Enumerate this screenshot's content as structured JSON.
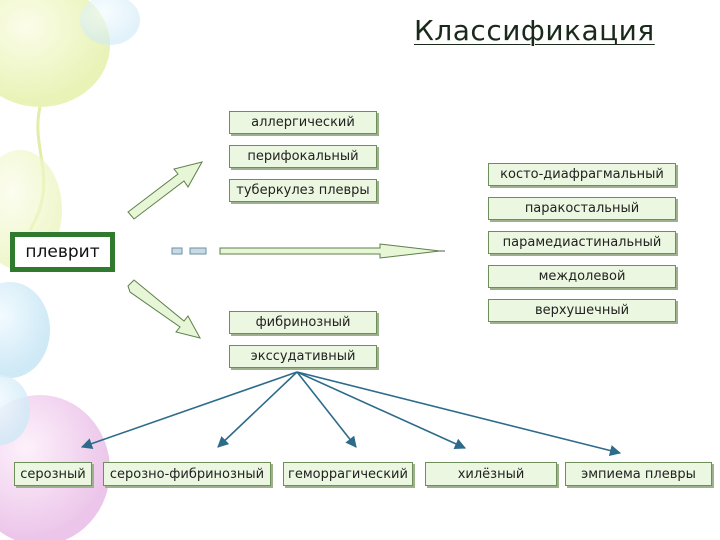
{
  "title": "Классификация",
  "root": "плеврит",
  "upper_group": [
    "аллергический",
    "перифокальный",
    "туберкулез плевры"
  ],
  "right_group": [
    "косто-диафрагмальный",
    "паракостальный",
    "парамедиастинальный",
    "междолевой",
    "верхушечный"
  ],
  "lower_group": [
    "фибринозный",
    "экссудативный"
  ],
  "exudate_types": [
    "серозный",
    "серозно-фибринозный",
    "геморрагический",
    "хилёзный",
    "эмпиема плевры"
  ],
  "colors": {
    "box_fill": "#ecf7e2",
    "box_border": "#6f8f5a",
    "root_frame": "#2f7a2f",
    "arrow_blue": "#2d6b8a"
  }
}
